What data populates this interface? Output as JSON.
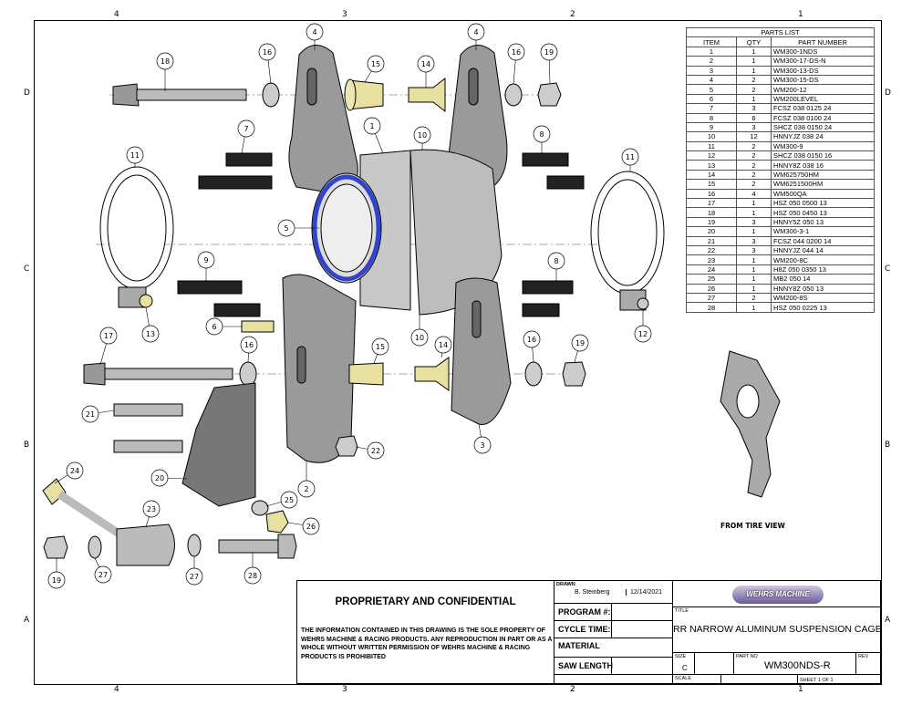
{
  "zones": {
    "top": [
      "4",
      "3",
      "2",
      "1"
    ],
    "side": [
      "D",
      "C",
      "B",
      "A"
    ]
  },
  "parts_list": {
    "title": "PARTS LIST",
    "headers": [
      "ITEM",
      "QTY",
      "PART NUMBER"
    ],
    "rows": [
      [
        "1",
        "1",
        "WM300-1NDS"
      ],
      [
        "2",
        "1",
        "WM300-17-DS-N"
      ],
      [
        "3",
        "1",
        "WM300-13-DS"
      ],
      [
        "4",
        "2",
        "WM300-15-DS"
      ],
      [
        "5",
        "2",
        "WM200-12"
      ],
      [
        "6",
        "1",
        "WM200LEVEL"
      ],
      [
        "7",
        "3",
        "FCSZ 038 0125 24"
      ],
      [
        "8",
        "6",
        "FCSZ 038 0100 24"
      ],
      [
        "9",
        "3",
        "SHCZ 038 0150 24"
      ],
      [
        "10",
        "12",
        "HNNYJZ 038 24"
      ],
      [
        "11",
        "2",
        "WM300-9"
      ],
      [
        "12",
        "2",
        "SHCZ 038 0150 16"
      ],
      [
        "13",
        "2",
        "HNNY8Z 038 16"
      ],
      [
        "14",
        "2",
        "WM625750HM"
      ],
      [
        "15",
        "2",
        "WM6251500HM"
      ],
      [
        "16",
        "4",
        "WM500QA"
      ],
      [
        "17",
        "1",
        "HSZ 050 0500 13"
      ],
      [
        "18",
        "1",
        "HSZ 050 0450 13"
      ],
      [
        "19",
        "3",
        "HNNY5Z 050 13"
      ],
      [
        "20",
        "1",
        "WM300-3-1"
      ],
      [
        "21",
        "3",
        "FCSZ 044 0200 14"
      ],
      [
        "22",
        "3",
        "HNNYJZ 044 14"
      ],
      [
        "23",
        "1",
        "WM200-8C"
      ],
      [
        "24",
        "1",
        "H8Z 050 0350 13"
      ],
      [
        "25",
        "1",
        "MB2 050 14"
      ],
      [
        "26",
        "1",
        "HNNY8Z 050 13"
      ],
      [
        "27",
        "2",
        "WM200-8S"
      ],
      [
        "28",
        "1",
        "HSZ 050 0225 13"
      ]
    ]
  },
  "balloons": [
    "18",
    "16",
    "4",
    "15",
    "14",
    "4",
    "16",
    "19",
    "7",
    "1",
    "10",
    "8",
    "11",
    "11",
    "5",
    "9",
    "8",
    "6",
    "13",
    "10",
    "12",
    "17",
    "16",
    "15",
    "14",
    "16",
    "19",
    "21",
    "22",
    "3",
    "20",
    "2",
    "24",
    "23",
    "25",
    "26",
    "19",
    "27",
    "27",
    "28"
  ],
  "view_label": "FROM TIRE VIEW",
  "title_block": {
    "proprietary": "PROPRIETARY AND CONFIDENTIAL",
    "notice": "THE INFORMATION CONTAINED IN THIS DRAWING IS THE SOLE PROPERTY OF WEHRS MACHINE & RACING PRODUCTS. ANY REPRODUCTION IN PART OR AS A WHOLE WITHOUT WRITTEN PERMISSION OF WEHRS MACHINE & RACING PRODUCTS IS PROHIBITED",
    "drawn_label": "DRAWN",
    "drawn_by": "B. Steinberg",
    "drawn_date": "12/14/2021",
    "program_label": "PROGRAM #:",
    "cycle_label": "CYCLE TIME:",
    "material_label": "MATERIAL",
    "saw_label": "SAW LENGTH",
    "logo_text": "WEHRS MACHINE",
    "title_label": "TITLE",
    "title": "RR NARROW ALUMINUM SUSPENSION CAGE",
    "size_label": "SIZE",
    "size": "C",
    "partno_label": "PART NO",
    "partno": "WM300NDS-R",
    "rev_label": "REV",
    "scale_label": "SCALE",
    "sheet": "SHEET 1  OF 1"
  },
  "colors": {
    "metal": "#a9a9a9",
    "brass": "#e8e0a0",
    "bolt": "#222222",
    "bearing": "#3344cc"
  }
}
